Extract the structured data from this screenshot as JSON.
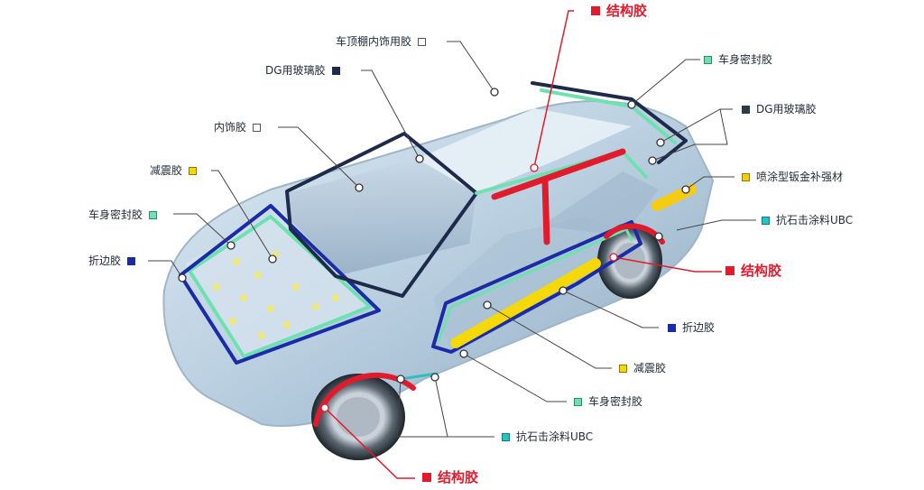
{
  "colors": {
    "structural": "#e11b2c",
    "hem": "#1a2ba8",
    "glass": "#1e2a4a",
    "glass_dark": "#2f3b44",
    "body_seal": "#6fe0b0",
    "damping": "#f5d80a",
    "spray": "#f5cc10",
    "ubc": "#2bc0c4",
    "interior": "#ffffff"
  },
  "labels": {
    "roof_trim": {
      "text": "车顶棚内饰用胶",
      "color_key": "interior"
    },
    "dg_glass_left": {
      "text": "DG用玻璃胶",
      "color_key": "glass"
    },
    "interior_trim": {
      "text": "内饰胶",
      "color_key": "interior"
    },
    "damping_left": {
      "text": "减震胶",
      "color_key": "damping"
    },
    "body_seal_left": {
      "text": "车身密封胶",
      "color_key": "body_seal"
    },
    "hem_left": {
      "text": "折边胶",
      "color_key": "hem"
    },
    "structural_top": {
      "text": "结构胶",
      "color_key": "structural"
    },
    "body_seal_right": {
      "text": "车身密封胶",
      "color_key": "body_seal"
    },
    "dg_glass_right": {
      "text": "DG用玻璃胶",
      "color_key": "glass_dark"
    },
    "spray_reinforce": {
      "text": "喷涂型钣金补强材",
      "color_key": "spray"
    },
    "ubc_right": {
      "text": "抗石击涂料UBC",
      "color_key": "ubc"
    },
    "structural_right": {
      "text": "结构胶",
      "color_key": "structural"
    },
    "hem_right": {
      "text": "折边胶",
      "color_key": "hem"
    },
    "damping_right": {
      "text": "减震胶",
      "color_key": "damping"
    },
    "body_seal_bottom": {
      "text": "车身密封胶",
      "color_key": "body_seal"
    },
    "ubc_bottom": {
      "text": "抗石击涂料UBC",
      "color_key": "ubc"
    },
    "structural_bottom": {
      "text": "结构胶",
      "color_key": "structural"
    }
  }
}
